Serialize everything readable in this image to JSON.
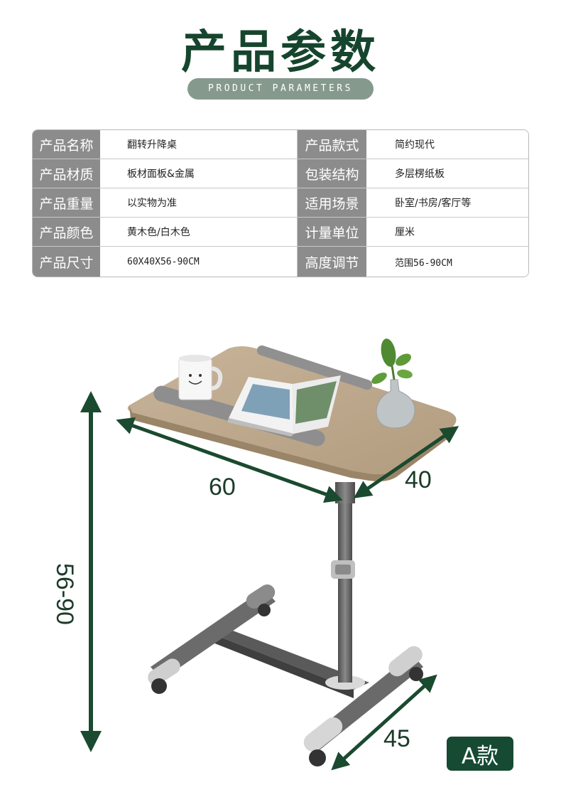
{
  "title": "产品参数",
  "subtitle": "PRODUCT PARAMETERS",
  "specs": [
    {
      "label_left": "产品名称",
      "value_left": "翻转升降桌",
      "label_right": "产品款式",
      "value_right": "简约现代"
    },
    {
      "label_left": "产品材质",
      "value_left": "板材面板&金属",
      "label_right": "包装结构",
      "value_right": "多层楞纸板"
    },
    {
      "label_left": "产品重量",
      "value_left": "以实物为准",
      "label_right": "适用场景",
      "value_right": "卧室/书房/客厅等"
    },
    {
      "label_left": "产品颜色",
      "value_left": "黄木色/白木色",
      "label_right": "计量单位",
      "value_right": "厘米"
    },
    {
      "label_left": "产品尺寸",
      "value_left": "60X40X56-90CM",
      "label_right": "高度调节",
      "value_right": "范围56-90CM"
    }
  ],
  "dimensions": {
    "width": "60",
    "depth": "40",
    "height": "56-90",
    "base": "45"
  },
  "model_badge": "A款",
  "colors": {
    "title": "#16452e",
    "subtitle_bg": "#86998d",
    "label_bg": "#8c8c8c",
    "arrow": "#1a4a2f",
    "badge_bg": "#164a33"
  }
}
